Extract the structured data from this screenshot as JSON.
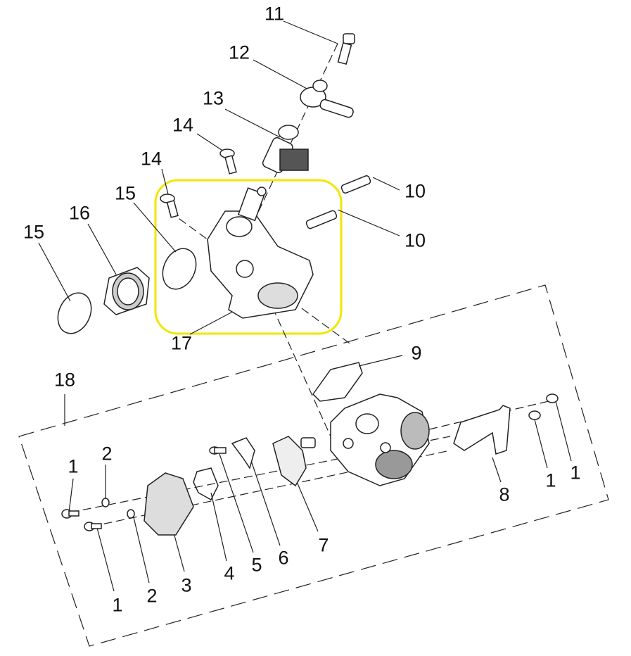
{
  "diagram": {
    "highlight_color": "#F2E600",
    "callouts": [
      "11",
      "12",
      "13",
      "14",
      "14",
      "15",
      "16",
      "15",
      "10",
      "10",
      "17",
      "9",
      "18",
      "2",
      "1",
      "1",
      "1",
      "8",
      "7",
      "6",
      "5",
      "4",
      "3",
      "2",
      "1"
    ]
  }
}
